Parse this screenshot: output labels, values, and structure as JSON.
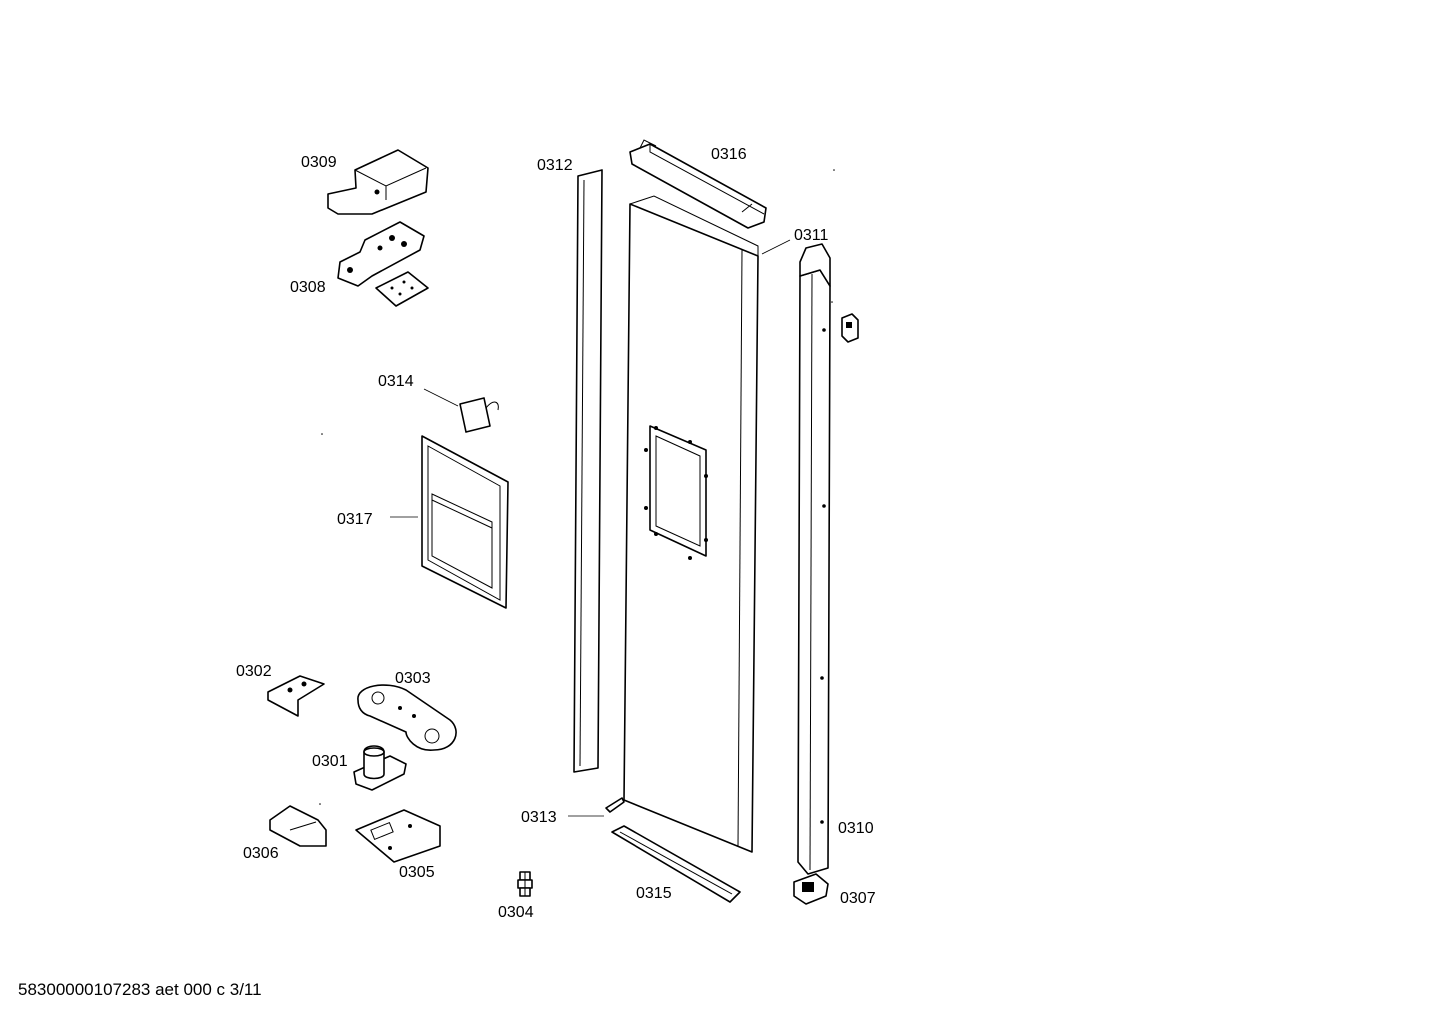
{
  "diagram": {
    "parts": [
      {
        "id": "0309"
      },
      {
        "id": "0308"
      },
      {
        "id": "0314"
      },
      {
        "id": "0317"
      },
      {
        "id": "0302"
      },
      {
        "id": "0303"
      },
      {
        "id": "0301"
      },
      {
        "id": "0306"
      },
      {
        "id": "0305"
      },
      {
        "id": "0304"
      },
      {
        "id": "0312"
      },
      {
        "id": "0313"
      },
      {
        "id": "0316"
      },
      {
        "id": "0311"
      },
      {
        "id": "0315"
      },
      {
        "id": "0310"
      },
      {
        "id": "0307"
      }
    ]
  },
  "footer": {
    "code": "58300000107283 aet 000 c 3/11"
  }
}
